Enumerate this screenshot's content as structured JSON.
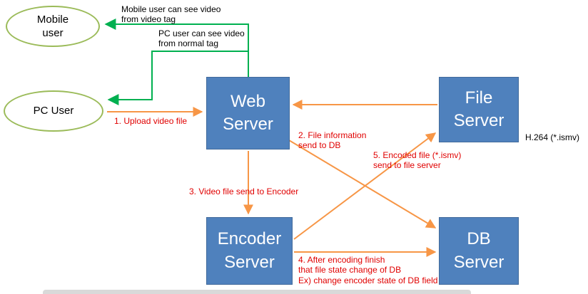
{
  "colors": {
    "node_fill": "#4f81bd",
    "node_text": "#ffffff",
    "ellipse_border": "#9bbb59",
    "green_arrow": "#00b050",
    "orange_arrow": "#f79646",
    "red_text": "#e00000"
  },
  "nodes": {
    "mobile_user": {
      "label": "Mobile\nuser"
    },
    "pc_user": {
      "label": "PC User"
    },
    "web_server": {
      "label": "Web\nServer"
    },
    "file_server": {
      "label": "File\nServer"
    },
    "encoder_server": {
      "label": "Encoder\nServer"
    },
    "db_server": {
      "label": "DB\nServer"
    }
  },
  "annotations": {
    "mobile_video_tag": "Mobile user can see video\nfrom video tag",
    "pc_normal_tag": "PC user can see video\nfrom normal tag",
    "step1": "1. Upload video file",
    "step2": "2. File information\nsend to DB",
    "step3": "3. Video file send to Encoder",
    "step4": "4. After encoding finish\nthat file state change of DB\nEx) change encoder state of DB field",
    "step5": "5. Encoded file (*.ismv)\nsend to file server",
    "codec": "H.264 (*.ismv)"
  }
}
